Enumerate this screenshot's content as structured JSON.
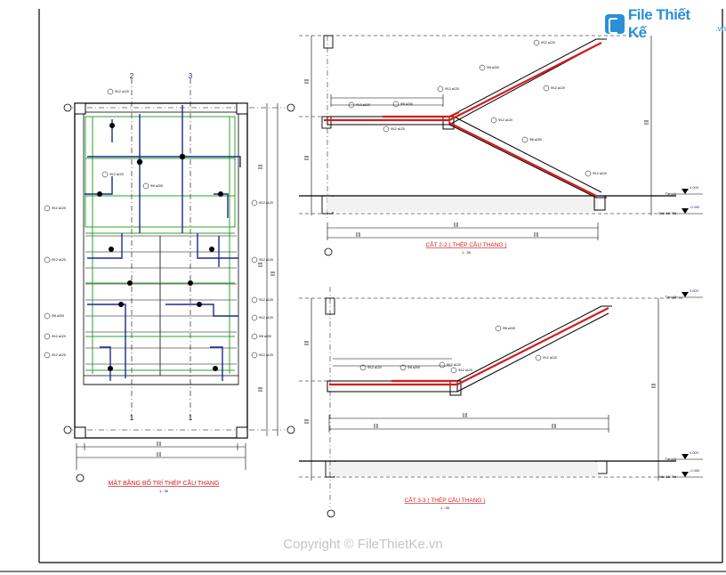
{
  "watermark": {
    "logo_main": "File Thiết Kế",
    "logo_suffix": ".vn",
    "copyright": "Copyright © FileThietKe.vn"
  },
  "plan": {
    "title": "MẶT BẰNG BỐ TRÍ THÉP CẦU THANG",
    "scale": "1 : 30",
    "grid_top": [
      "2",
      "3"
    ],
    "grid_bottom": [
      "1",
      "1"
    ],
    "rebar_labels": [
      "Φ12 a120",
      "Φ12 a120",
      "Φ8 a200",
      "Φ12 a120",
      "Φ12 a120",
      "Φ8 a200",
      "Φ12 a120",
      "Φ12 a120",
      "Φ12 a120",
      "Φ8 a200",
      "Φ12 a120",
      "Φ12 a120",
      "Φ12 a120",
      "Φ12 a120"
    ]
  },
  "section22": {
    "title": "CẮT 2-2 ( THÉP CẦU THANG )",
    "scale": "1 : 30",
    "rebar_labels": [
      "Φ12 a120",
      "Φ8 a200",
      "Φ12 a120",
      "Φ12 a120",
      "Φ8 a200",
      "Φ12 a120",
      "Φ12 a120",
      "Φ8 a200",
      "Φ12 a120",
      "Φ12 a120"
    ],
    "levels": [
      {
        "name": "Tầng 1",
        "value": "0.000"
      },
      {
        "name": "Mặt đất TN",
        "value": "-0.450"
      }
    ]
  },
  "section33": {
    "title": "CẮT 3-3 ( THÉP CẦU THANG )",
    "scale": "1 : 30",
    "rebar_labels": [
      "Φ8 a200",
      "Φ12 a120",
      "Φ12 a120",
      "Φ8 a200",
      "Φ12 a120",
      "Φ12 a120"
    ],
    "levels": [
      {
        "name": "Tầng 2",
        "value": "3.600"
      },
      {
        "name": "Tầng 1",
        "value": "0.000"
      },
      {
        "name": "Mặt đất TN",
        "value": "-0.450"
      }
    ]
  },
  "colors": {
    "line": "#000000",
    "rebar_main": "#d41c1c",
    "rebar_blue": "#1c2a8c",
    "rebar_green": "#2ca02c",
    "logo": "#2a8fd8"
  }
}
